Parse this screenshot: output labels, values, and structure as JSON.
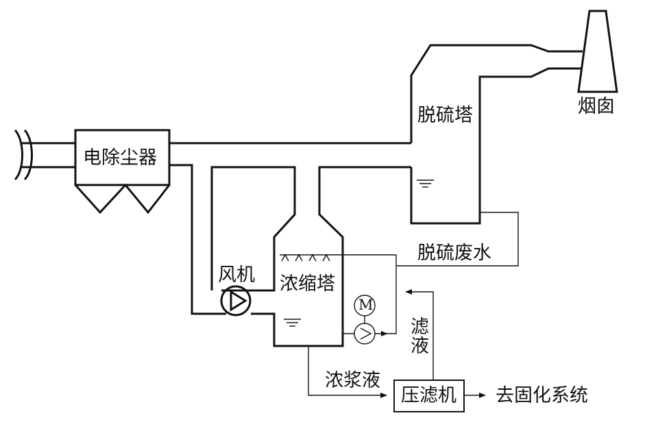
{
  "labels": {
    "chimney": "烟囱",
    "desulfurization_tower": "脱硫塔",
    "electrostatic_precipitator": "电除尘器",
    "desulfurization_wastewater": "脱硫废水",
    "fan": "风机",
    "concentration_tower": "浓缩塔",
    "filtrate": "滤液",
    "thick_slurry": "浓浆液",
    "filter_press": "压滤机",
    "to_solidification": "去固化系统",
    "motor_symbol": "M"
  }
}
